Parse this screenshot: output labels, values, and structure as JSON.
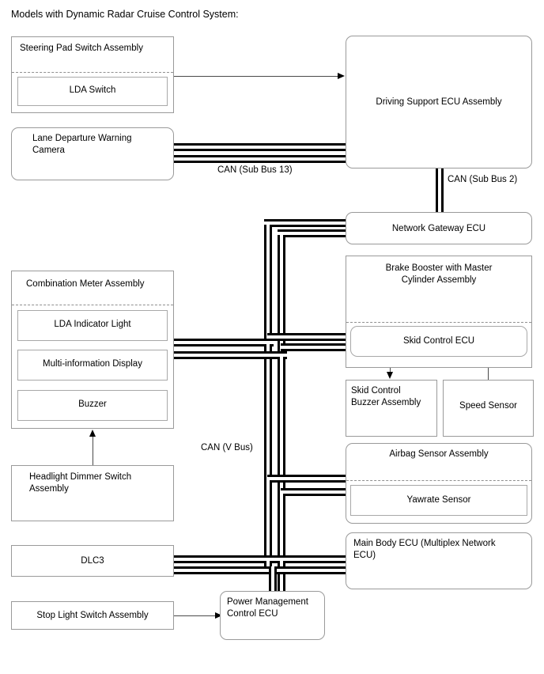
{
  "diagram": {
    "title": "Models with Dynamic Radar Cruise Control System:",
    "type": "system-wiring-block-diagram"
  },
  "nodes": {
    "steering_pad": {
      "label": "Steering Pad Switch Assembly"
    },
    "lda_switch": {
      "label": "LDA Switch"
    },
    "ldw_camera": {
      "label": "Lane Departure Warning\nCamera"
    },
    "driving_support_ecu": {
      "label": "Driving Support ECU Assembly"
    },
    "network_gateway_ecu": {
      "label": "Network Gateway ECU"
    },
    "brake_booster": {
      "label": "Brake Booster with Master\nCylinder Assembly"
    },
    "skid_control_ecu": {
      "label": "Skid Control ECU"
    },
    "skid_control_buzzer": {
      "label": "Skid Control\nBuzzer Assembly"
    },
    "speed_sensor": {
      "label": "Speed Sensor"
    },
    "airbag_sensor": {
      "label": "Airbag Sensor Assembly"
    },
    "yawrate_sensor": {
      "label": "Yawrate Sensor"
    },
    "main_body_ecu": {
      "label": "Main Body ECU (Multiplex Network\nECU)"
    },
    "combination_meter": {
      "label": "Combination Meter Assembly"
    },
    "lda_indicator": {
      "label": "LDA Indicator Light"
    },
    "multi_info_display": {
      "label": "Multi-information Display"
    },
    "buzzer": {
      "label": "Buzzer"
    },
    "headlight_dimmer": {
      "label": "Headlight Dimmer Switch\nAssembly"
    },
    "dlc3": {
      "label": "DLC3"
    },
    "stop_light_switch": {
      "label": "Stop Light Switch Assembly"
    },
    "power_mgmt_ecu": {
      "label": "Power Management\nControl ECU"
    }
  },
  "bus_labels": {
    "sub_bus_13": "CAN (Sub Bus 13)",
    "sub_bus_2": "CAN (Sub Bus 2)",
    "v_bus": "CAN (V Bus)"
  },
  "colors": {
    "background": "#ffffff",
    "box_border": "#9a9a9a",
    "bus_stroke": "#000000",
    "signal_line": "#4a4a4a",
    "text": "#000000"
  }
}
